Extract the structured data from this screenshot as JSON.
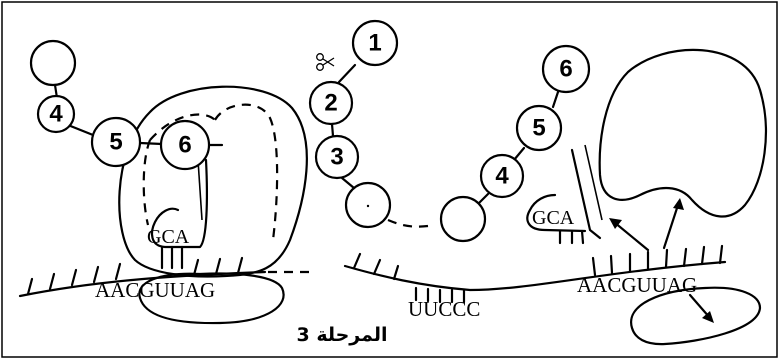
{
  "mrna_sequence_left": "AACGUUAG",
  "mrna_sequence_right": "AACGUUAG",
  "anticodon_middle": "UUCCC",
  "anticodon_left": "GCA",
  "anticodon_right": "GCA",
  "stage_label": "المرحلة 3",
  "amino_acids": {
    "left_chain": [
      "4",
      "5",
      "6"
    ],
    "released_chain": [
      "1",
      "2",
      "3"
    ],
    "right_chain": [
      "4",
      "5",
      "6"
    ]
  },
  "icons": {
    "scissors": "scissors-icon"
  }
}
